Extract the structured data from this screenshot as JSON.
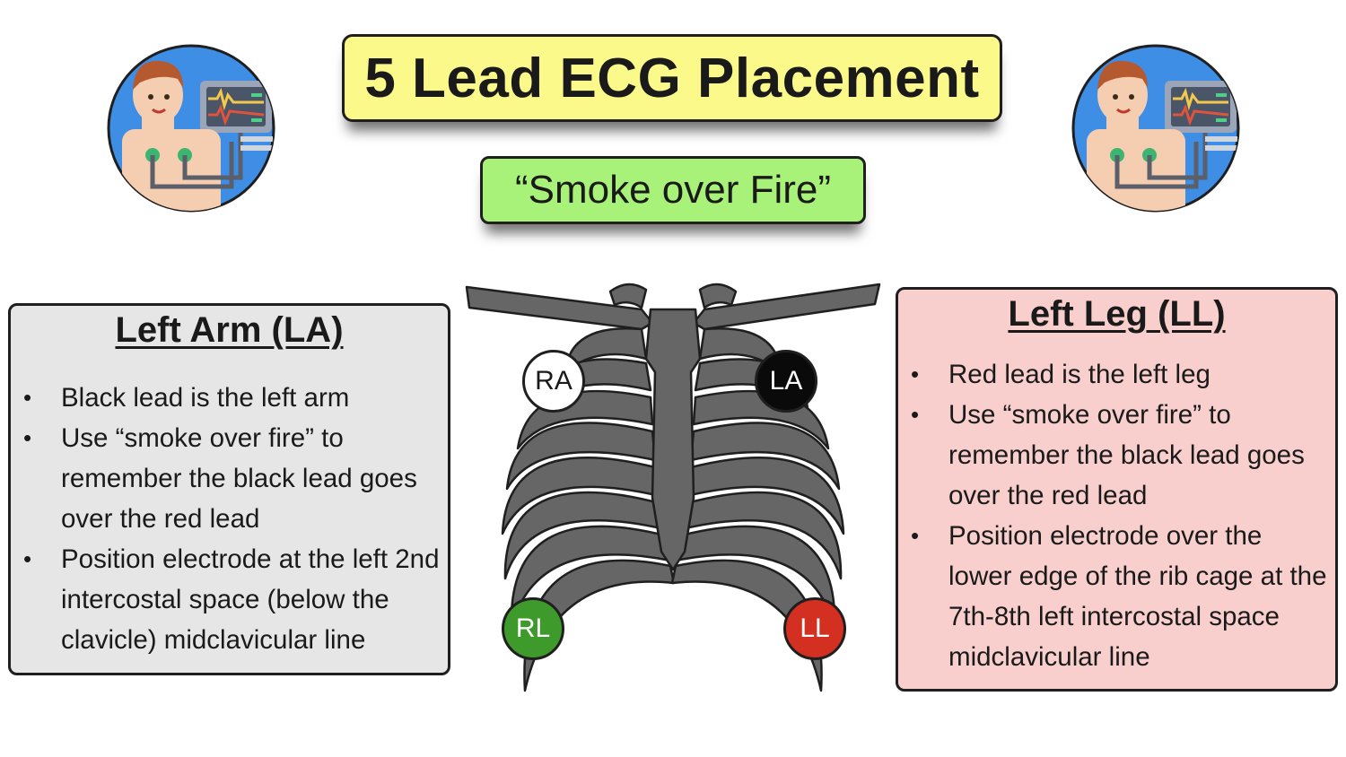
{
  "title": "5 Lead ECG Placement",
  "subtitle": "“Smoke over Fire”",
  "electrodes": {
    "ra": "RA",
    "la": "LA",
    "rl": "RL",
    "ll": "LL"
  },
  "left_panel": {
    "heading": "Left Arm (LA)",
    "bullets": [
      "Black lead is the left arm",
      "Use “smoke over fire” to remember the black lead goes over the red lead",
      "Position electrode at the left 2nd intercostal space (below the clavicle) midclavicular line"
    ]
  },
  "right_panel": {
    "heading": "Left Leg (LL)",
    "bullets": [
      "Red lead is the left leg",
      "Use “smoke over fire” to remember the black lead goes over the red lead",
      "Position electrode over the lower edge of the rib cage at the 7th-8th left intercostal space midclavicular line"
    ]
  },
  "colors": {
    "title_bg": "#fbf98a",
    "subtitle_bg": "#a8f27a",
    "left_panel_bg": "#e6e6e6",
    "right_panel_bg": "#f8cfcc",
    "ribcage": "#666666",
    "la_electrode": "#0a0a0a",
    "ll_electrode": "#d43022",
    "rl_electrode": "#3e9a2a",
    "ra_electrode": "#ffffff"
  },
  "icons": [
    "patient-monitor-icon",
    "ribcage-illustration"
  ]
}
